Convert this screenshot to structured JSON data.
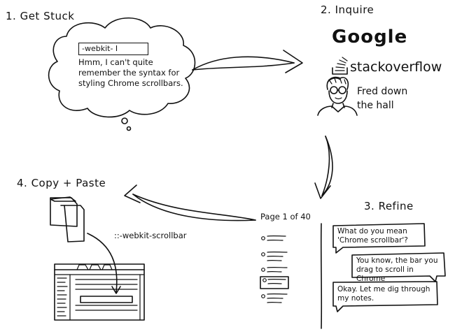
{
  "steps": {
    "step1": "1. Get Stuck",
    "step2": "2. Inquire",
    "step3": "3. Refine",
    "step4": "4. Copy + Paste"
  },
  "stuck": {
    "input_value": "-webkit- I",
    "thought": "Hmm, I can't quite remember the syntax for styling Chrome scrollbars."
  },
  "inquire": {
    "google": "Google",
    "stackoverflow": "stackoverflow",
    "fred": "Fred down the hall"
  },
  "refine": {
    "page_label": "Page 1 of 40",
    "chat": [
      "What do you mean 'Chrome scrollbar'?",
      "You know, the bar you drag to scroll in Chrome",
      "Okay. Let me dig through my notes."
    ]
  },
  "copy": {
    "snippet": "::-webkit-scrollbar"
  }
}
